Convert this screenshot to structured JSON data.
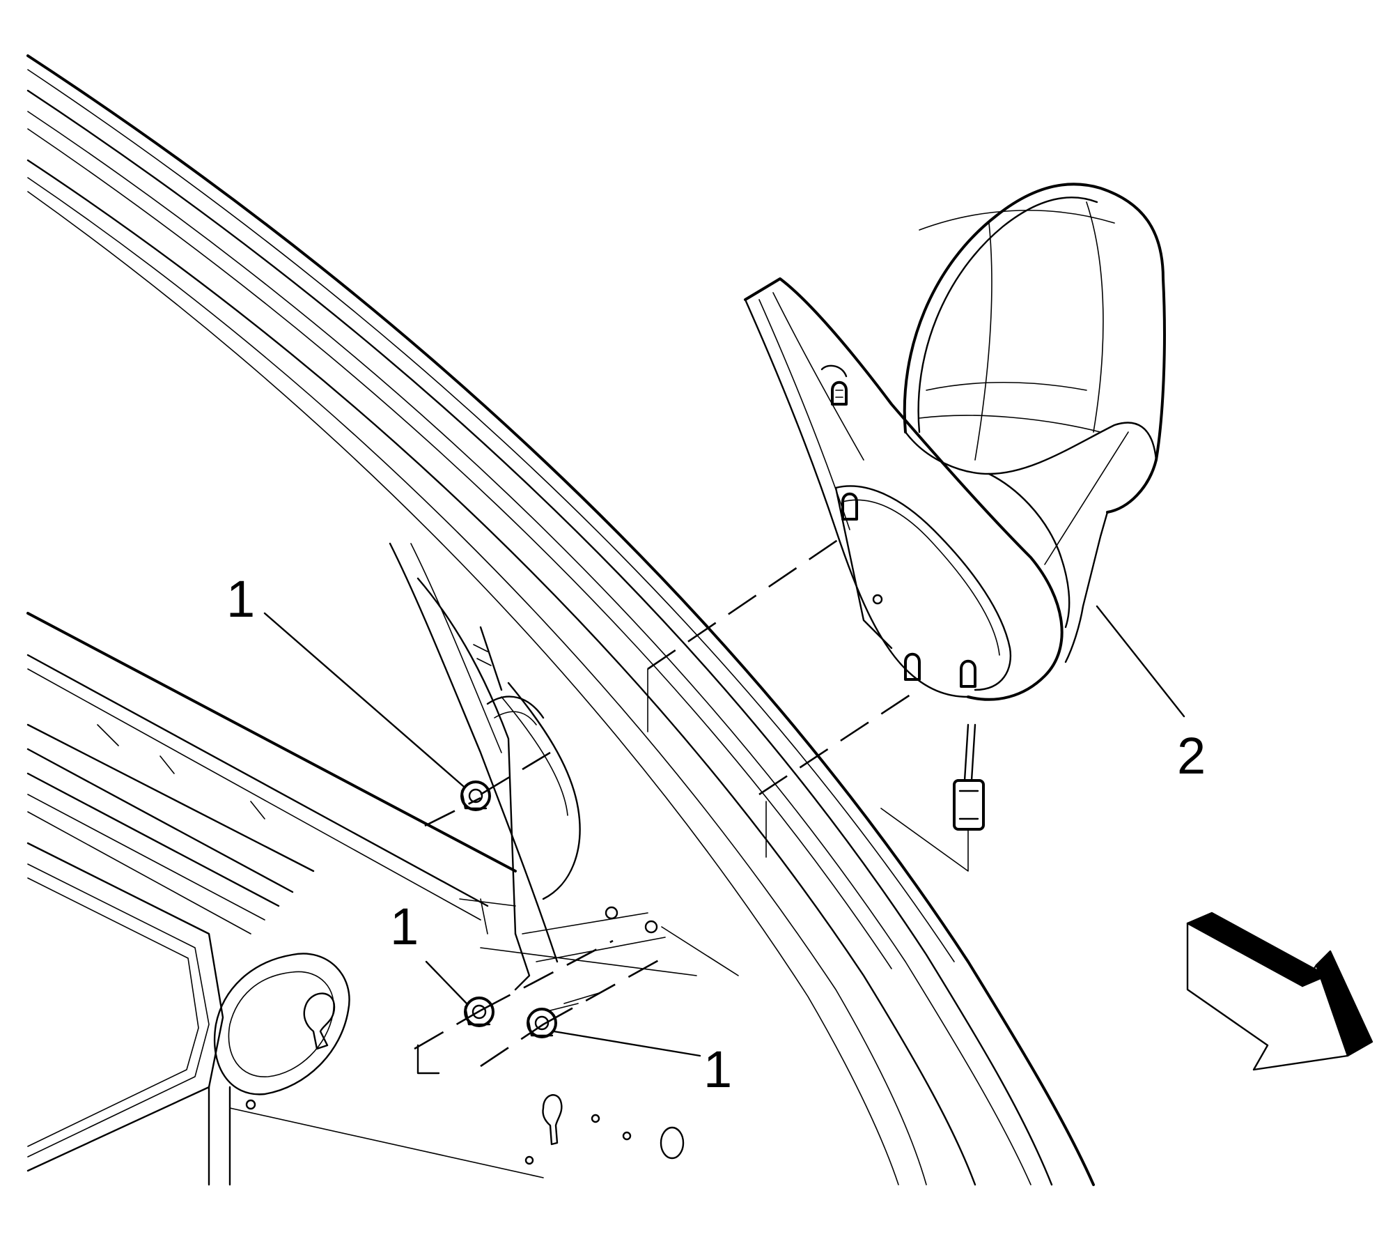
{
  "callouts": [
    {
      "id": "c1a",
      "label": "1"
    },
    {
      "id": "c1b",
      "label": "1"
    },
    {
      "id": "c1c",
      "label": "1"
    },
    {
      "id": "c2",
      "label": "2"
    }
  ],
  "colors": {
    "line": "#000000",
    "background": "#ffffff"
  },
  "icons": {
    "direction_arrow": "front-direction-arrow-icon"
  }
}
